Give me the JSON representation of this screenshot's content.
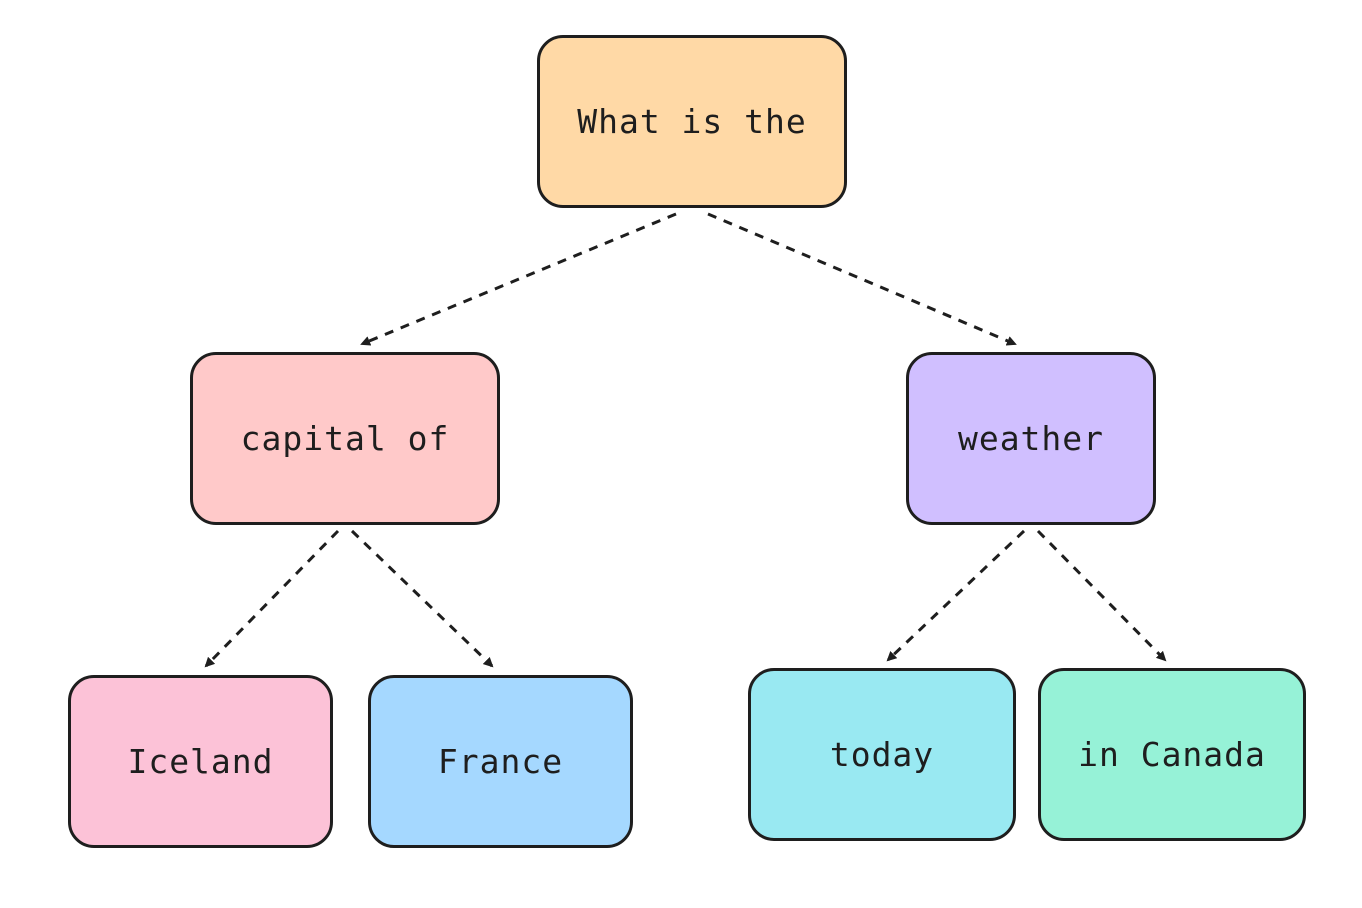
{
  "nodes": {
    "root": {
      "label": "What is the",
      "color": "#FFD9A6"
    },
    "capital": {
      "label": "capital of",
      "color": "#FFC9C9"
    },
    "weather": {
      "label": "weather",
      "color": "#D0BFFF"
    },
    "iceland": {
      "label": "Iceland",
      "color": "#FCC2D7"
    },
    "france": {
      "label": "France",
      "color": "#A5D8FF"
    },
    "today": {
      "label": "today",
      "color": "#99E9F2"
    },
    "canada": {
      "label": "in Canada",
      "color": "#96F2D7"
    }
  },
  "edges": [
    {
      "from": "root",
      "to": "capital",
      "style": "dashed-arrow"
    },
    {
      "from": "root",
      "to": "weather",
      "style": "dashed-arrow"
    },
    {
      "from": "capital",
      "to": "iceland",
      "style": "dashed-arrow"
    },
    {
      "from": "capital",
      "to": "france",
      "style": "dashed-arrow"
    },
    {
      "from": "weather",
      "to": "today",
      "style": "dashed-arrow"
    },
    {
      "from": "weather",
      "to": "canada",
      "style": "dashed-arrow"
    }
  ],
  "stroke_color": "#1E1E1E"
}
